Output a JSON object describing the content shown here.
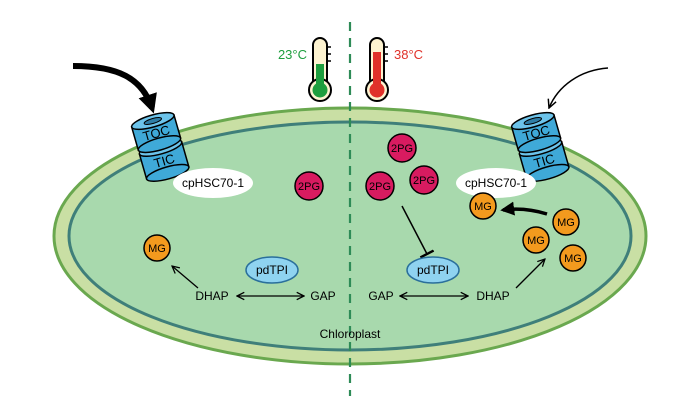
{
  "temperatures": {
    "left": {
      "label": "23°C",
      "color": "#1e9e3e"
    },
    "right": {
      "label": "38°C",
      "color": "#e0312a"
    }
  },
  "translocon": {
    "outer_label": "TOC",
    "inner_label": "TIC",
    "color": "#3fa9d8"
  },
  "chaperone_label": "cpHSC70-1",
  "organelle_label": "Chloroplast",
  "enzyme_label": "pdTPI",
  "metabolites": {
    "dhap": "DHAP",
    "gap": "GAP",
    "mg": "MG",
    "pg": "2PG"
  },
  "colors": {
    "outer_membrane": "#c9dfa4",
    "membrane_stroke": "#6aa84f",
    "stroma": "#a8d9ad",
    "inner_membrane": "#3f7f7a",
    "mg_fill": "#f39a1e",
    "pg_fill": "#d81b60",
    "enzyme_fill": "#8fd3f0",
    "divider": "#2e8b57"
  }
}
